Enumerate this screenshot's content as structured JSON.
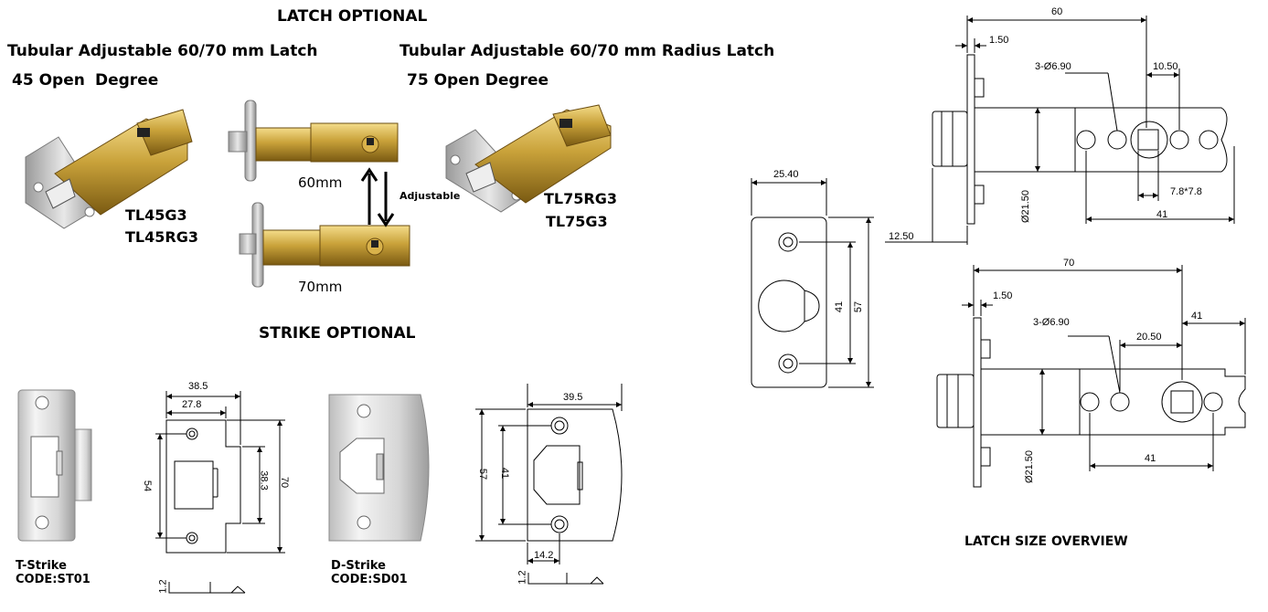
{
  "header": {
    "latch_optional": "LATCH OPTIONAL",
    "strike_optional": "STRIKE OPTIONAL",
    "latch_size_overview": "LATCH SIZE OVERVIEW"
  },
  "latch45": {
    "title": "Tubular Adjustable 60/70 mm Latch",
    "degree": "45 Open",
    "degree_word": "Degree",
    "code1": "TL45G3",
    "code2": "TL45RG3"
  },
  "latch75": {
    "title": "Tubular Adjustable 60/70 mm Radius Latch",
    "degree": "75 Open Degree",
    "code1": "TL75RG3",
    "code2": "TL75G3"
  },
  "adjust": {
    "len60": "60mm",
    "len70": "70mm",
    "label": "Adjustable"
  },
  "tstrike": {
    "name": "T-Strike",
    "code": "CODE:ST01",
    "dims": {
      "w": "38.5",
      "inner": "27.8",
      "h": "70",
      "slot": "38.3",
      "holes": "54",
      "thick": "1.2"
    }
  },
  "dstrike": {
    "name": "D-Strike",
    "code": "CODE:SD01",
    "dims": {
      "w": "39.5",
      "h": "57",
      "holes": "41",
      "offset": "14.2",
      "thick": "1.2"
    }
  },
  "faceplate": {
    "dims": {
      "w": "25.40",
      "holes": "41",
      "h": "57"
    }
  },
  "latch60_drawing": {
    "dims": {
      "len": "60",
      "plate": "1.50",
      "holes": "3-Ø6.90",
      "off": "10.50",
      "sq": "7.8*7.8",
      "dia": "Ø21.50",
      "len2": "41",
      "flange": "12.50"
    }
  },
  "latch70_drawing": {
    "dims": {
      "len": "70",
      "plate": "1.50",
      "holes": "3-Ø6.90",
      "off": "20.50",
      "right": "41",
      "dia": "Ø21.50",
      "len2": "41"
    }
  }
}
